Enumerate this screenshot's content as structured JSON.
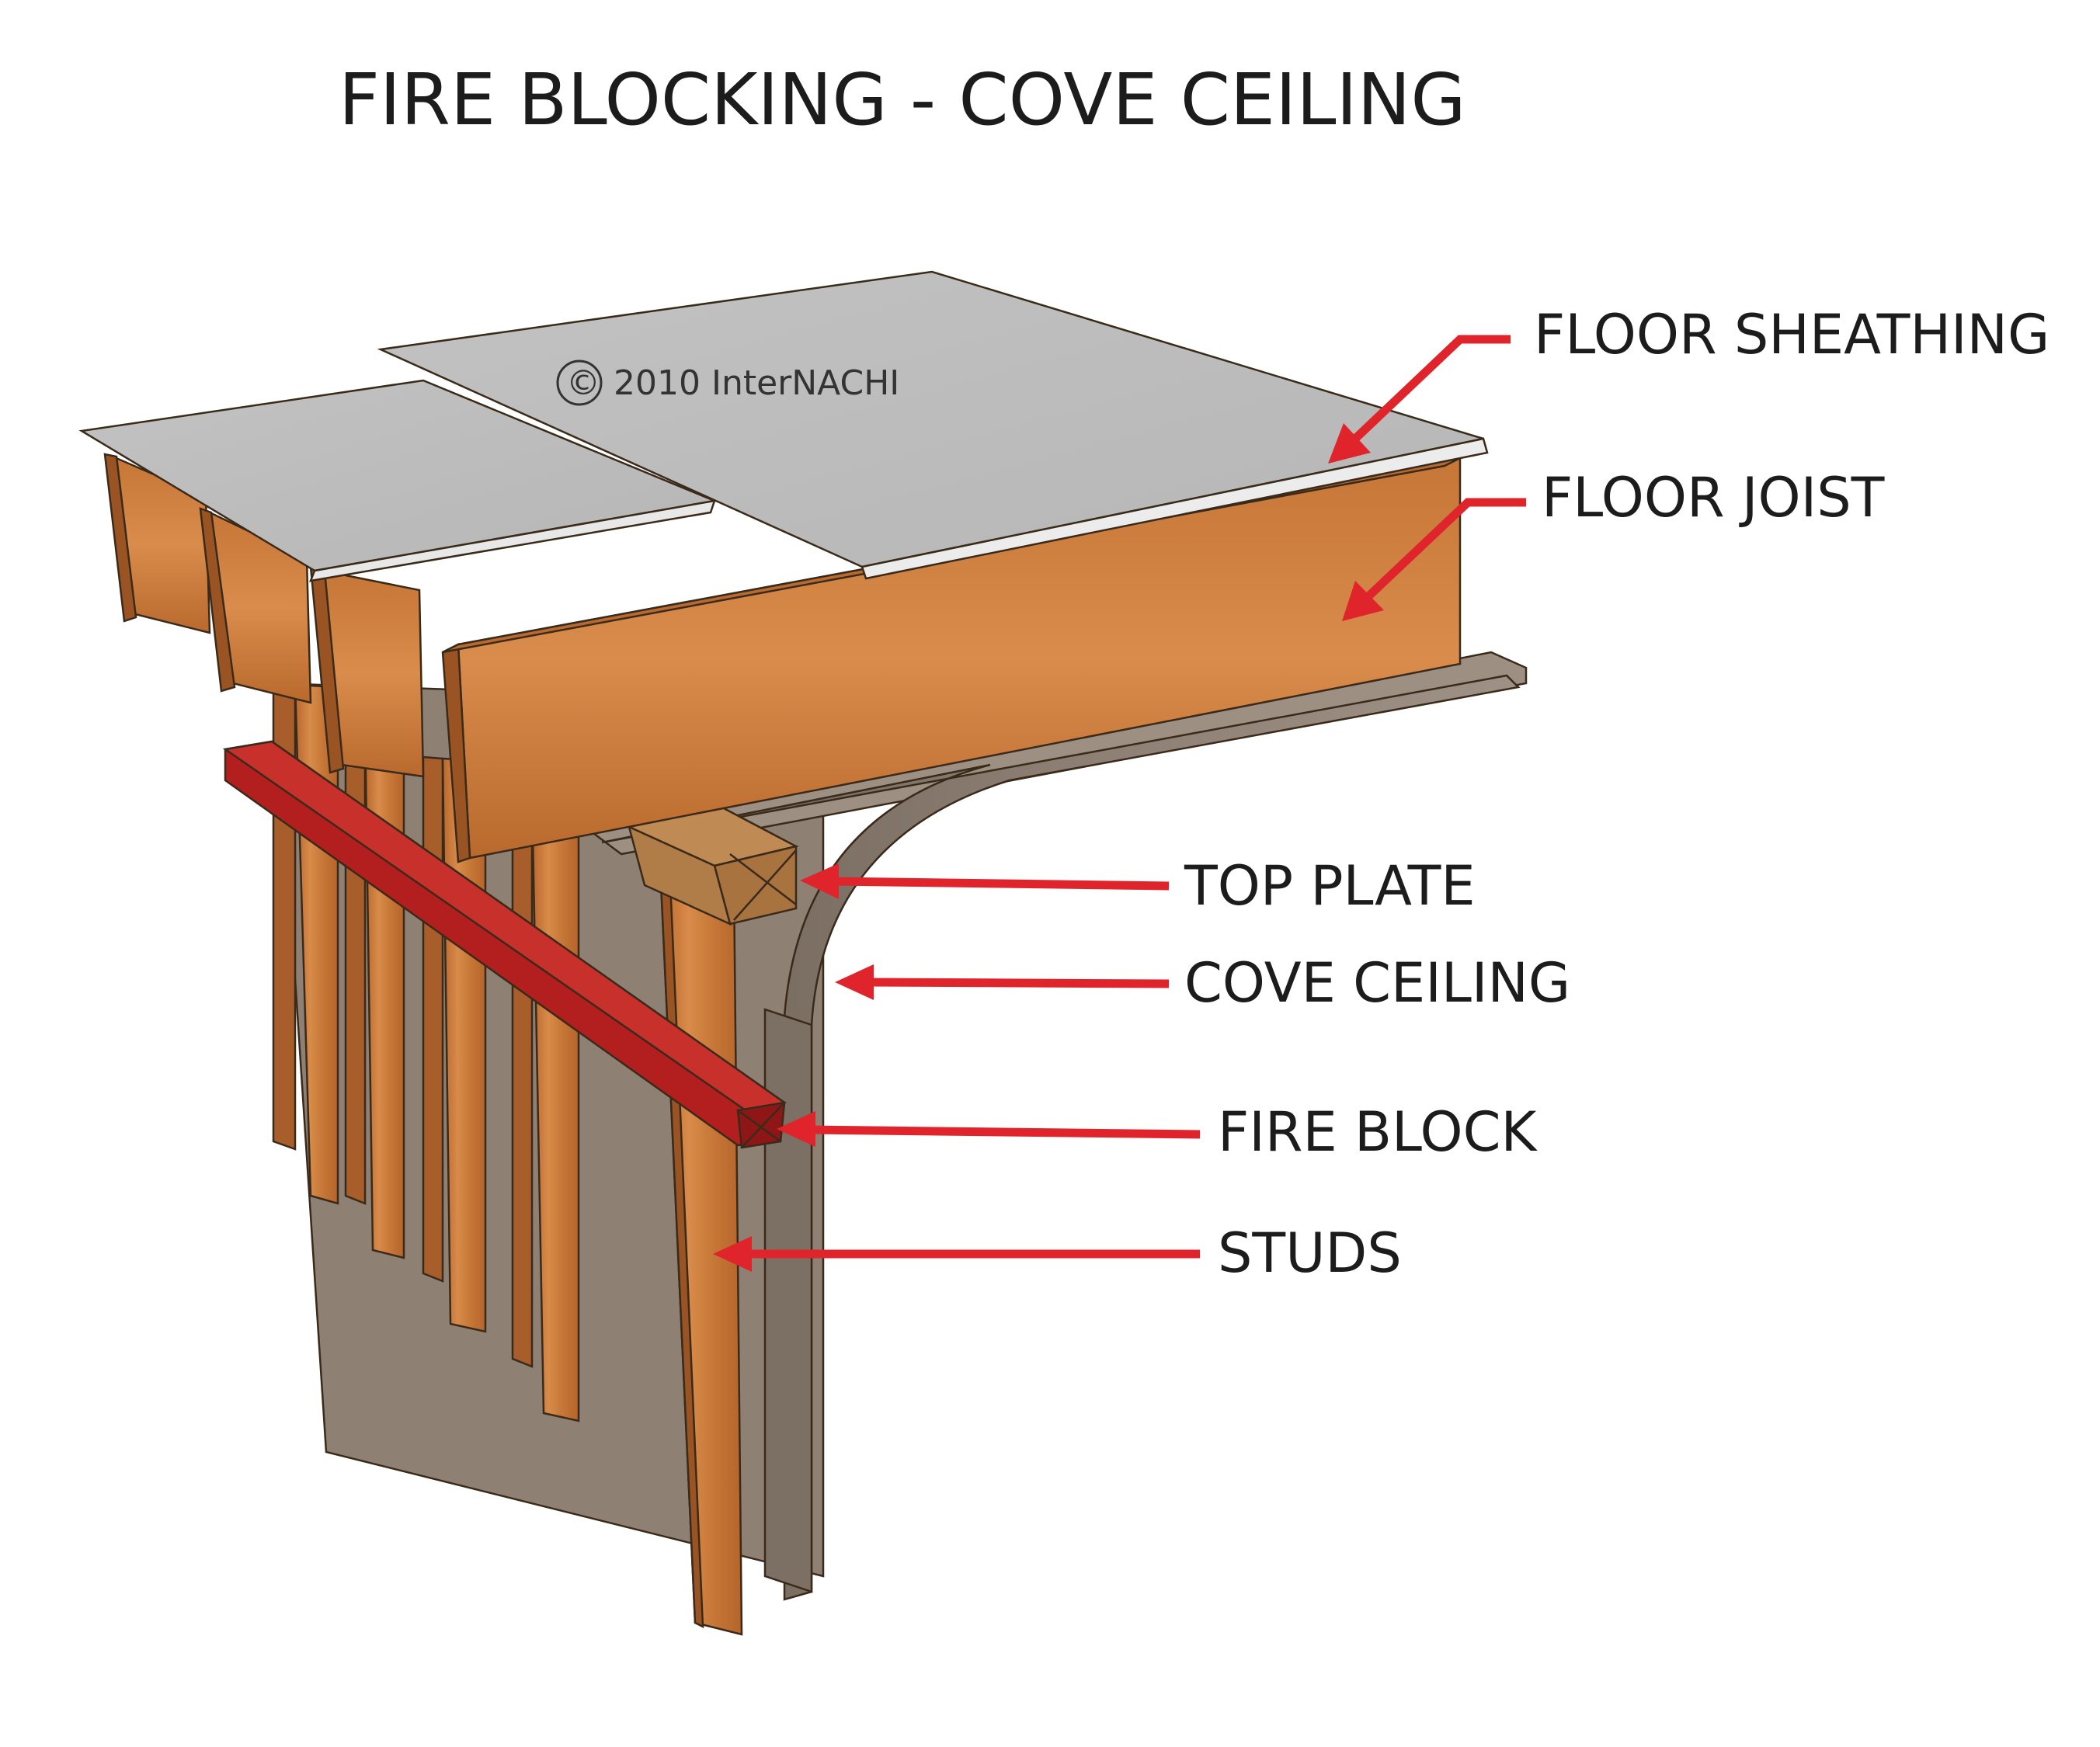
{
  "title": "FIRE BLOCKING -  COVE CEILING",
  "watermark": {
    "symbol": "©",
    "text": "2010  InterNACHI"
  },
  "labels": {
    "floor_sheathing": "FLOOR SHEATHING",
    "floor_joist": "FLOOR JOIST",
    "top_plate": "TOP PLATE",
    "cove_ceiling": "COVE CEILING",
    "fire_block": "FIRE BLOCK",
    "studs": "STUDS"
  },
  "colors": {
    "arrow": "#e0242c",
    "wood": "#c8783a",
    "wood_dark": "#9a5424",
    "fire_block": "#a81c1c",
    "sheathing": "#bdbdbd",
    "ceiling": "#8a7b6e",
    "text": "#1c1c1c"
  }
}
